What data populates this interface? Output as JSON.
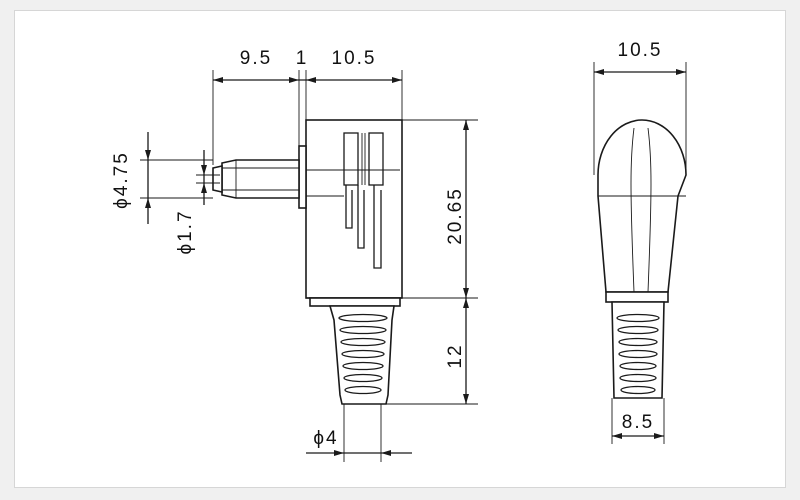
{
  "drawing": {
    "side_view": {
      "dim_pin_length": "9.5",
      "dim_flange": "1",
      "dim_body_width": "10.5",
      "dim_outer_diameter": "ϕ4.75",
      "dim_inner_diameter": "ϕ1.7",
      "dim_body_height": "20.65",
      "dim_strain_relief_length": "12",
      "dim_cable_diameter": "ϕ4"
    },
    "end_view": {
      "dim_head_width": "10.5",
      "dim_boot_width": "8.5"
    }
  }
}
